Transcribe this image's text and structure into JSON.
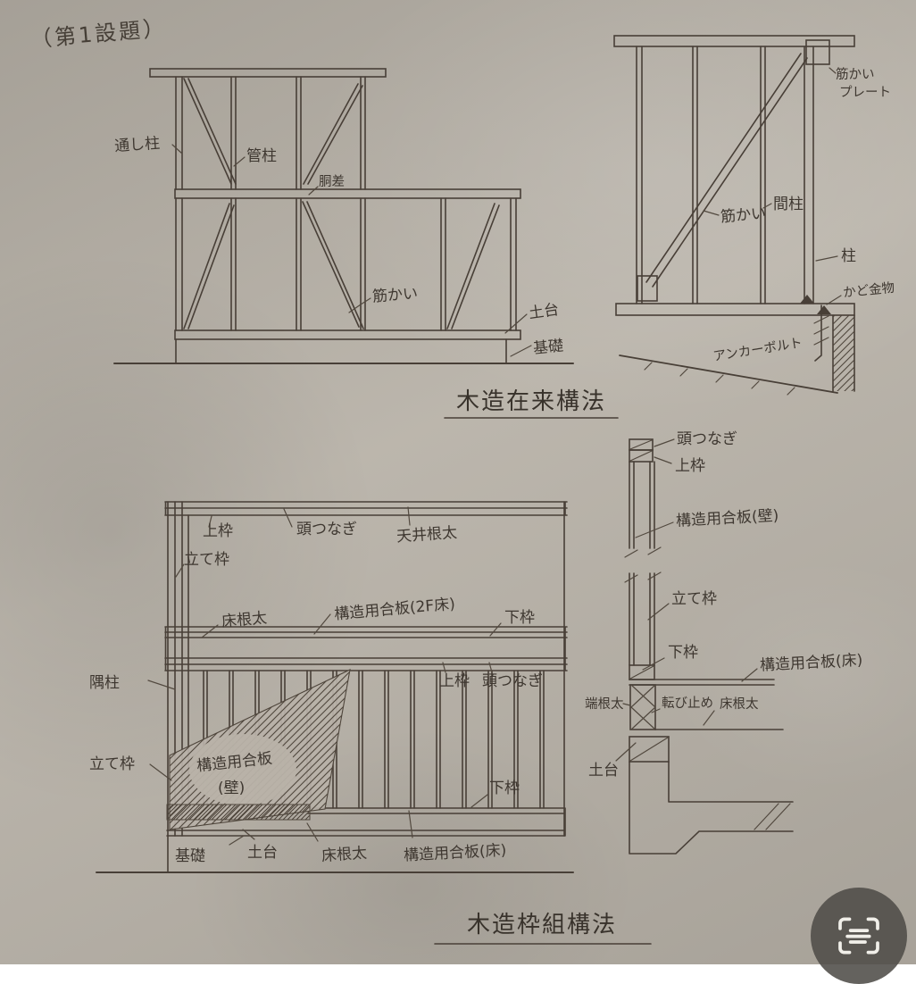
{
  "header": {
    "note": "（第1設題）"
  },
  "colors": {
    "paper": "#b8b2a8",
    "ink": "#483f37",
    "fab_bg": "#4e4c48",
    "fab_icon": "#f1efe9"
  },
  "diagram_conventional": {
    "caption": "木造在来構法",
    "labels": {
      "tooshibashira": "通し柱",
      "kudabashira": "管柱",
      "doubashi": "胴差",
      "sujikai": "筋かい",
      "dodai": "土台",
      "kiso": "基礎"
    }
  },
  "diagram_brace_detail": {
    "labels": {
      "plate_line1": "筋かい",
      "plate_line2": "プレート",
      "sujikai": "筋かい",
      "mabashira": "間柱",
      "hashira": "柱",
      "kado_kanamono": "かど金物",
      "anchor_bolt": "アンカーボルト"
    }
  },
  "diagram_frame": {
    "caption": "木造枠組構法",
    "labels": {
      "uwawaku_top": "上枠",
      "tatewaku_top": "立て枠",
      "atamatsunagi_top": "頭つなぎ",
      "tenjou_nedai": "天井根太",
      "yuka_nedai_mid": "床根太",
      "goban_2f": "構造用合板(2F床)",
      "shitawaku_mid": "下枠",
      "uwawaku_lower": "上枠",
      "atamatsunagi_lower": "頭つなぎ",
      "sumibashira": "隅柱",
      "goban_kabe1": "構造用合板",
      "goban_kabe2": "(壁)",
      "tatewaku_left": "立て枠",
      "shitawaku_bottom": "下枠",
      "kiso": "基礎",
      "dodai": "土台",
      "yuka_nedai_bottom": "床根太",
      "goban_yuka": "構造用合板(床)"
    }
  },
  "diagram_section": {
    "labels": {
      "atamatsunagi": "頭つなぎ",
      "uwawaku": "上枠",
      "goban_kabe": "構造用合板(壁)",
      "tatewaku": "立て枠",
      "shitawaku": "下枠",
      "goban_yuka": "構造用合板(床)",
      "hashinedai": "端根太",
      "korobidome": "転び止め",
      "yuka_nedai": "床根太",
      "dodai": "土台"
    }
  },
  "fab": {
    "icon": "scan-text-icon"
  }
}
